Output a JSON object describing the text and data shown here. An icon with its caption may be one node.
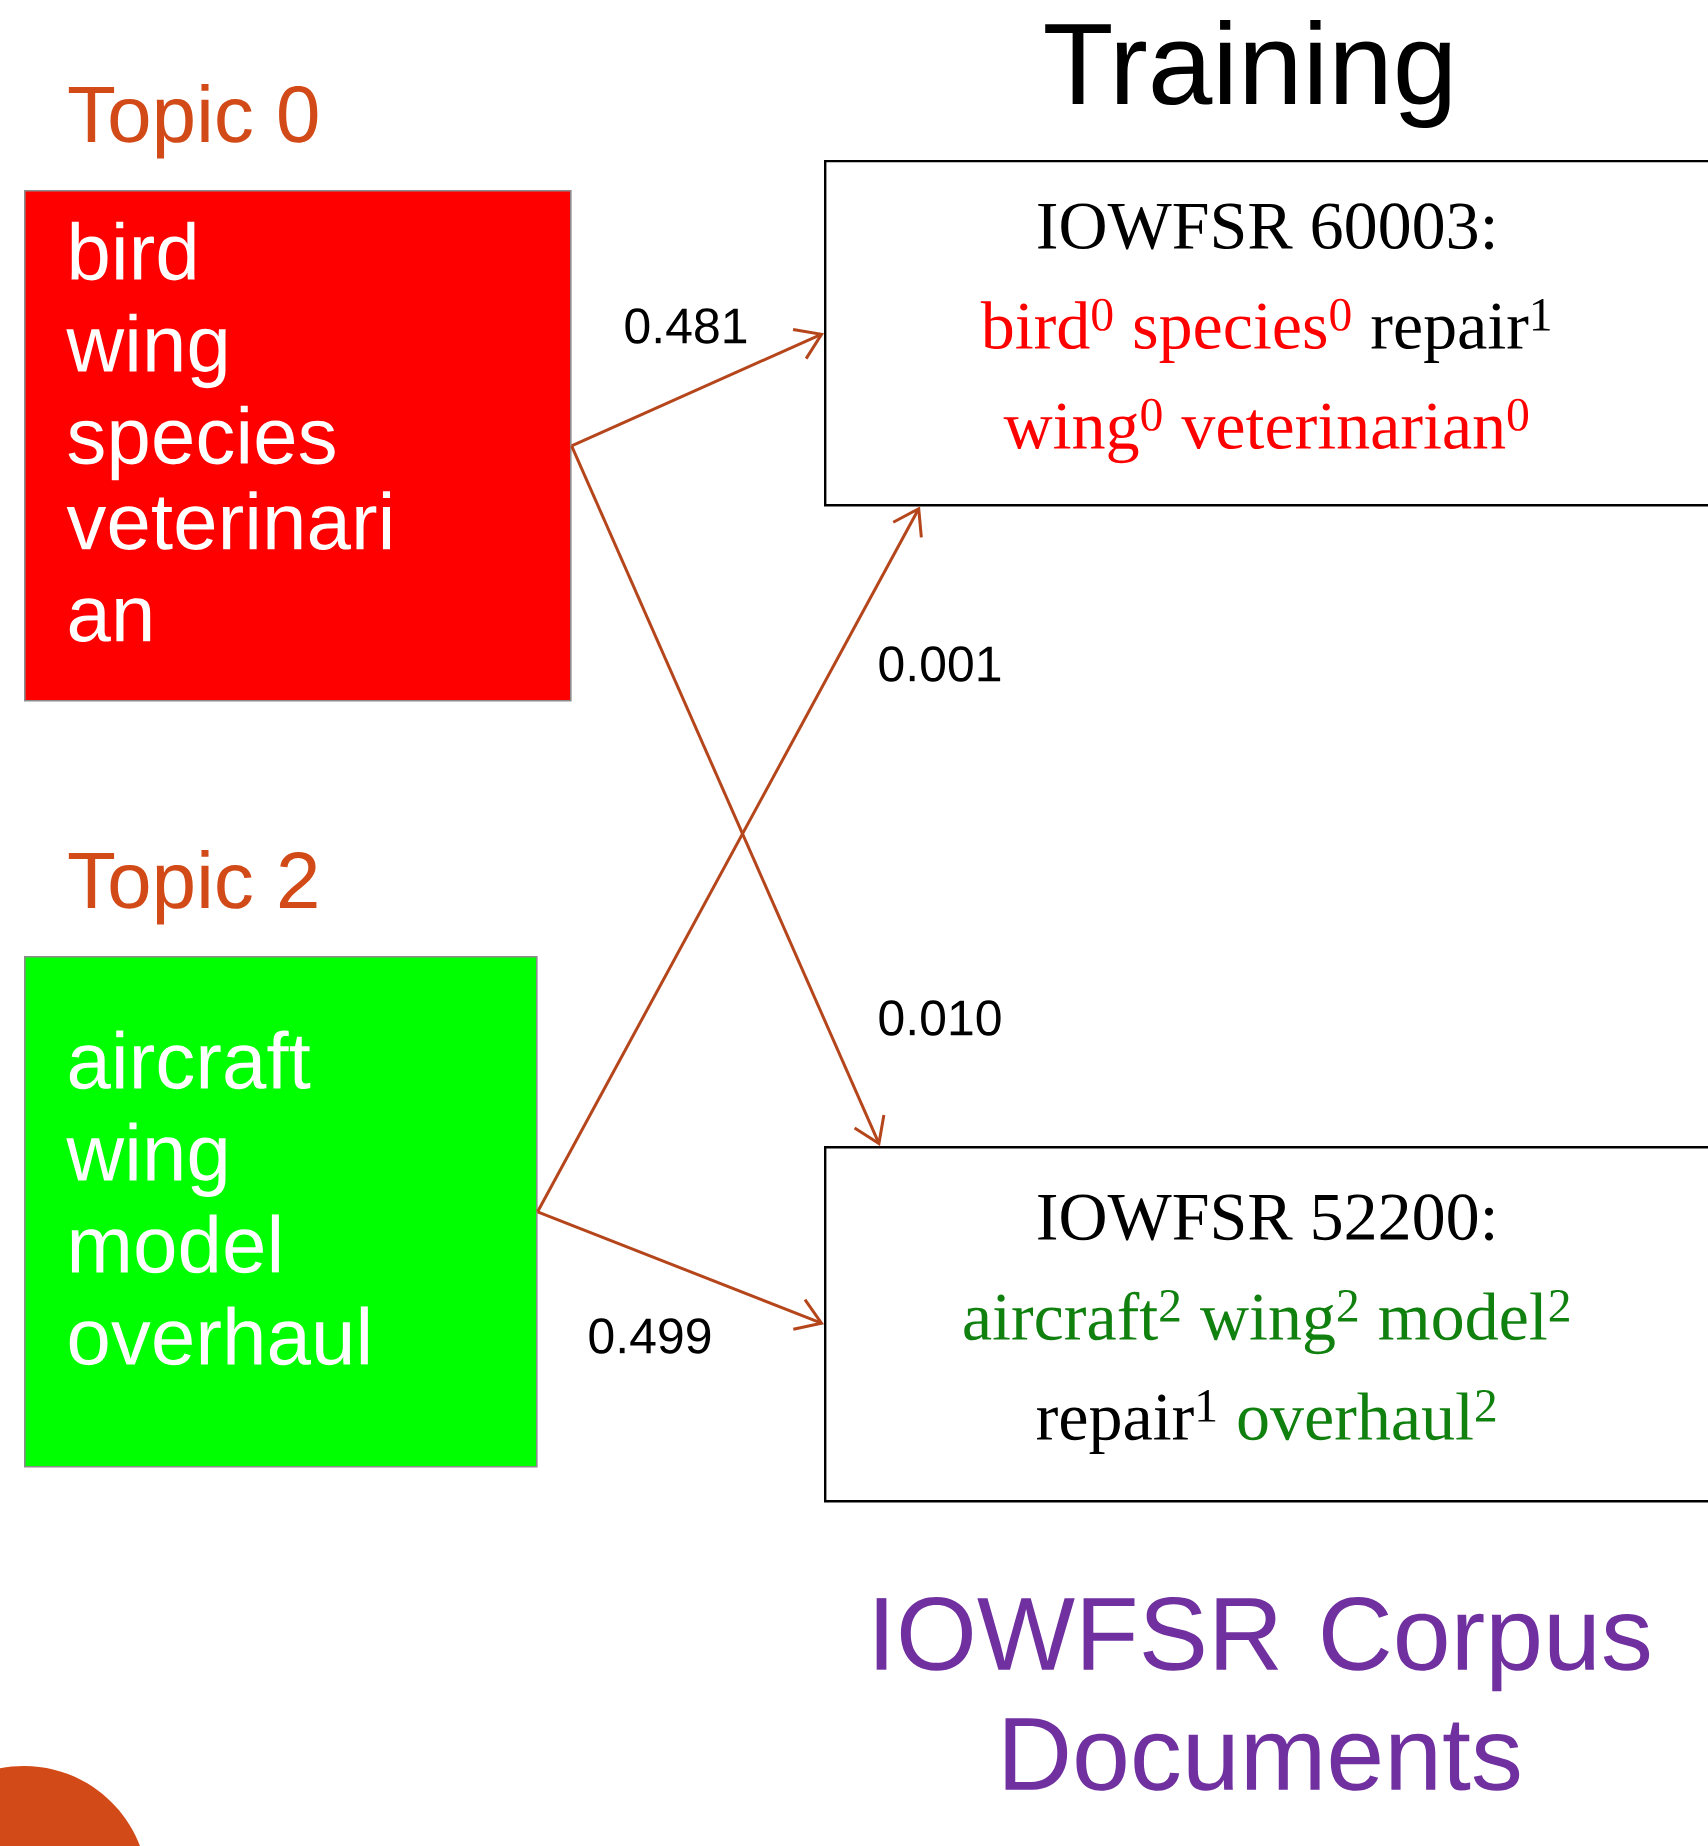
{
  "diagram": {
    "title": "Training",
    "caption": "IOWFSR Corpus Documents",
    "nodes": [
      {
        "text": [
          "Topic 0",
          "bird",
          "wing",
          "species",
          "veterinari an"
        ]
      },
      {
        "text": [
          "Topic 2",
          "aircraft",
          "wing",
          "model",
          "overhaul"
        ]
      },
      {
        "text": [
          "IOWFSR 60003:",
          "bird$^{0}$ species$^{0}$",
          "repair$^{1}$",
          "wing$^{0}$ veterinarian$^{0}$"
        ]
      },
      {
        "text": [
          "IOWFSR 52200:",
          "aircraft$^{2}$ wing$^{2}$ model$^{2}$",
          "repair$^{1}$",
          "overhaul$^{2}$"
        ]
      }
    ],
    "edges": [
      {
        "from": 0,
        "to": 2,
        "arrow": "to",
        "label": "0.481"
      },
      {
        "from": 0,
        "to": 3,
        "arrow": "to",
        "label": "0.010"
      },
      {
        "from": 1,
        "to": 2,
        "arrow": "to",
        "label": "0.001"
      },
      {
        "from": 1,
        "to": 3,
        "arrow": "to",
        "label": "0.499"
      }
    ]
  }
}
